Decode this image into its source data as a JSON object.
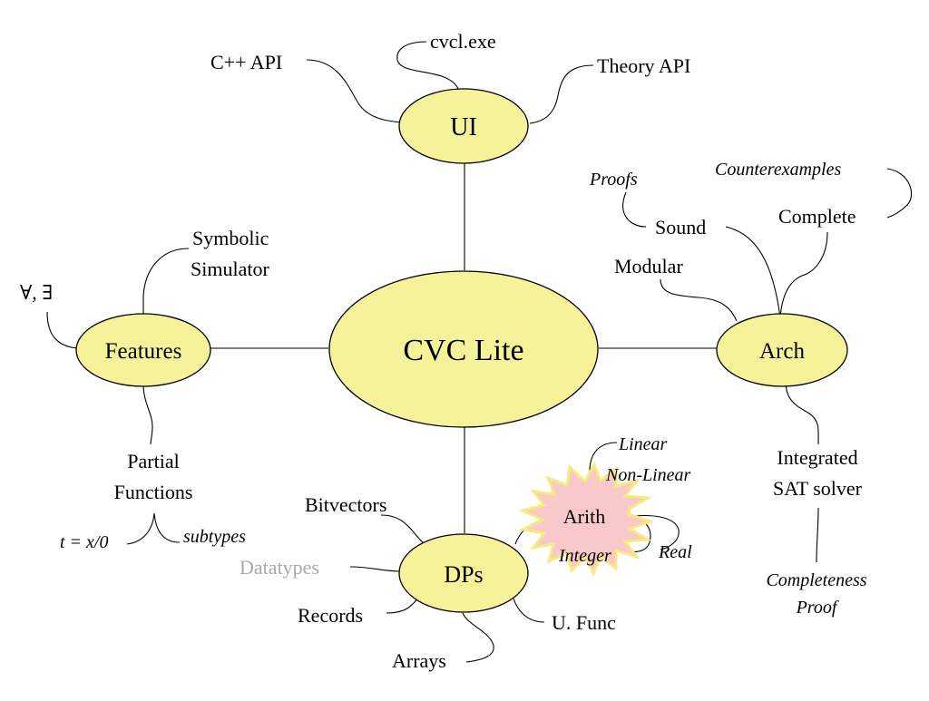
{
  "center": {
    "label": "CVC Lite"
  },
  "ui": {
    "label": "UI",
    "cpp_api": "C++ API",
    "cvcl_exe": "cvcl.exe",
    "theory_api": "Theory API"
  },
  "features": {
    "label": "Features",
    "symbolic_line1": "Symbolic",
    "symbolic_line2": "Simulator",
    "quantifiers": "∀, ∃",
    "partial_line1": "Partial",
    "partial_line2": "Functions",
    "t_eq": "t = x/0",
    "subtypes": "subtypes"
  },
  "arch": {
    "label": "Arch",
    "proofs": "Proofs",
    "counterexamples": "Counterexamples",
    "sound": "Sound",
    "complete": "Complete",
    "modular": "Modular",
    "sat_line1": "Integrated",
    "sat_line2": "SAT solver",
    "completeness_line1": "Completeness",
    "completeness_line2": "Proof"
  },
  "dps": {
    "label": "DPs",
    "bitvectors": "Bitvectors",
    "datatypes": "Datatypes",
    "records": "Records",
    "arrays": "Arrays",
    "ufunc": "U. Func",
    "arith": "Arith",
    "linear": "Linear",
    "nonlinear": "Non-Linear",
    "integer": "Integer",
    "real": "Real"
  },
  "colors": {
    "node_fill": "#f6f29a",
    "starburst_fill": "#f9c8c8",
    "starburst_stroke": "#f7ea80",
    "muted_text": "#a8a8a8"
  }
}
